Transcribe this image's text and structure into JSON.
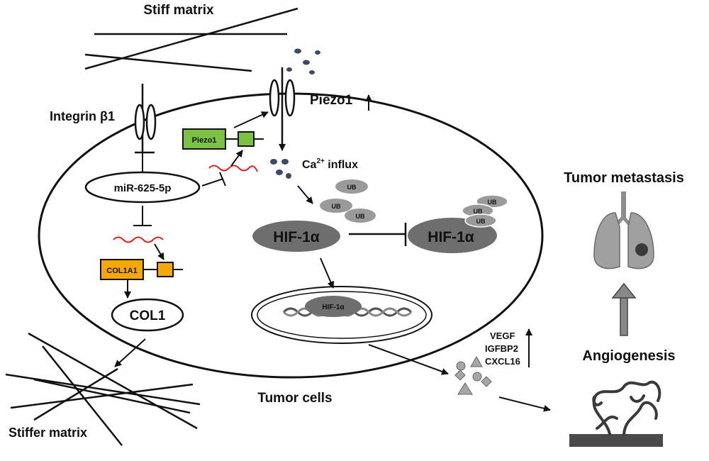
{
  "labels": {
    "stiff_matrix": "Stiff matrix",
    "piezo1_up": "Piezo1",
    "integrin": "Integrin β1",
    "piezo1_gene": "Piezo1",
    "ca_influx_pre": "Ca",
    "ca_influx_sup": "2+",
    "ca_influx_post": " influx",
    "mir": "miR-625-5p",
    "ub": "UB",
    "hif_left": "HIF-1α",
    "hif_right": "HIF-1α",
    "hif_nucleus": "HIF-1α",
    "col1a1": "COL1A1",
    "col1": "COL1",
    "tumor_cells": "Tumor cells",
    "stiffer_matrix": "Stiffer matrix",
    "vegf": "VEGF",
    "igfbp2": "IGFBP2",
    "cxcl16": "CXCL16",
    "tumor_metastasis": "Tumor metastasis",
    "angiogenesis": "Angiogenesis"
  },
  "colors": {
    "gene_green": "#7bc242",
    "gene_orange": "#f5a800",
    "rna_red": "#e02020",
    "hif_grey": "#6e6e6e",
    "ub_grey": "#9a9a9a",
    "ion_blue": "#3d4a66",
    "lung_grey": "#a0a0a0"
  }
}
